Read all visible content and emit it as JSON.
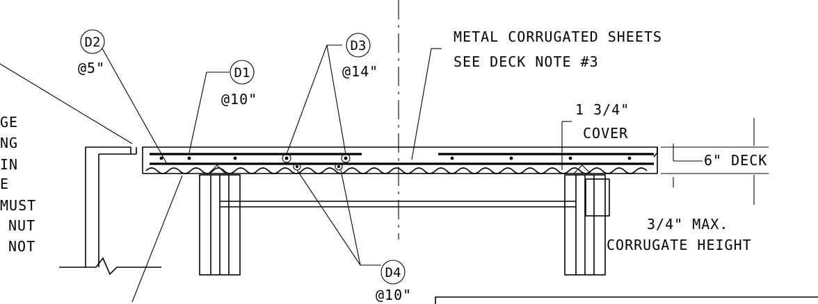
{
  "labels": {
    "d2": {
      "tag": "D2",
      "spacing": "@5\""
    },
    "d1": {
      "tag": "D1",
      "spacing": "@10\""
    },
    "d3": {
      "tag": "D3",
      "spacing": "@14\""
    },
    "d4": {
      "tag": "D4",
      "spacing": "@10\""
    }
  },
  "notes": {
    "metal_line1": "METAL CORRUGATED SHEETS",
    "metal_line2": "SEE DECK NOTE #3",
    "cover_line1": "1 3/4\"",
    "cover_line2": "COVER",
    "deck": "6\" DECK",
    "corr_line1": "3/4\" MAX.",
    "corr_line2": "CORRUGATE HEIGHT"
  },
  "left_note": [
    "GE",
    "NG",
    "IN",
    "E",
    "MUST",
    "NUT",
    "NOT"
  ]
}
